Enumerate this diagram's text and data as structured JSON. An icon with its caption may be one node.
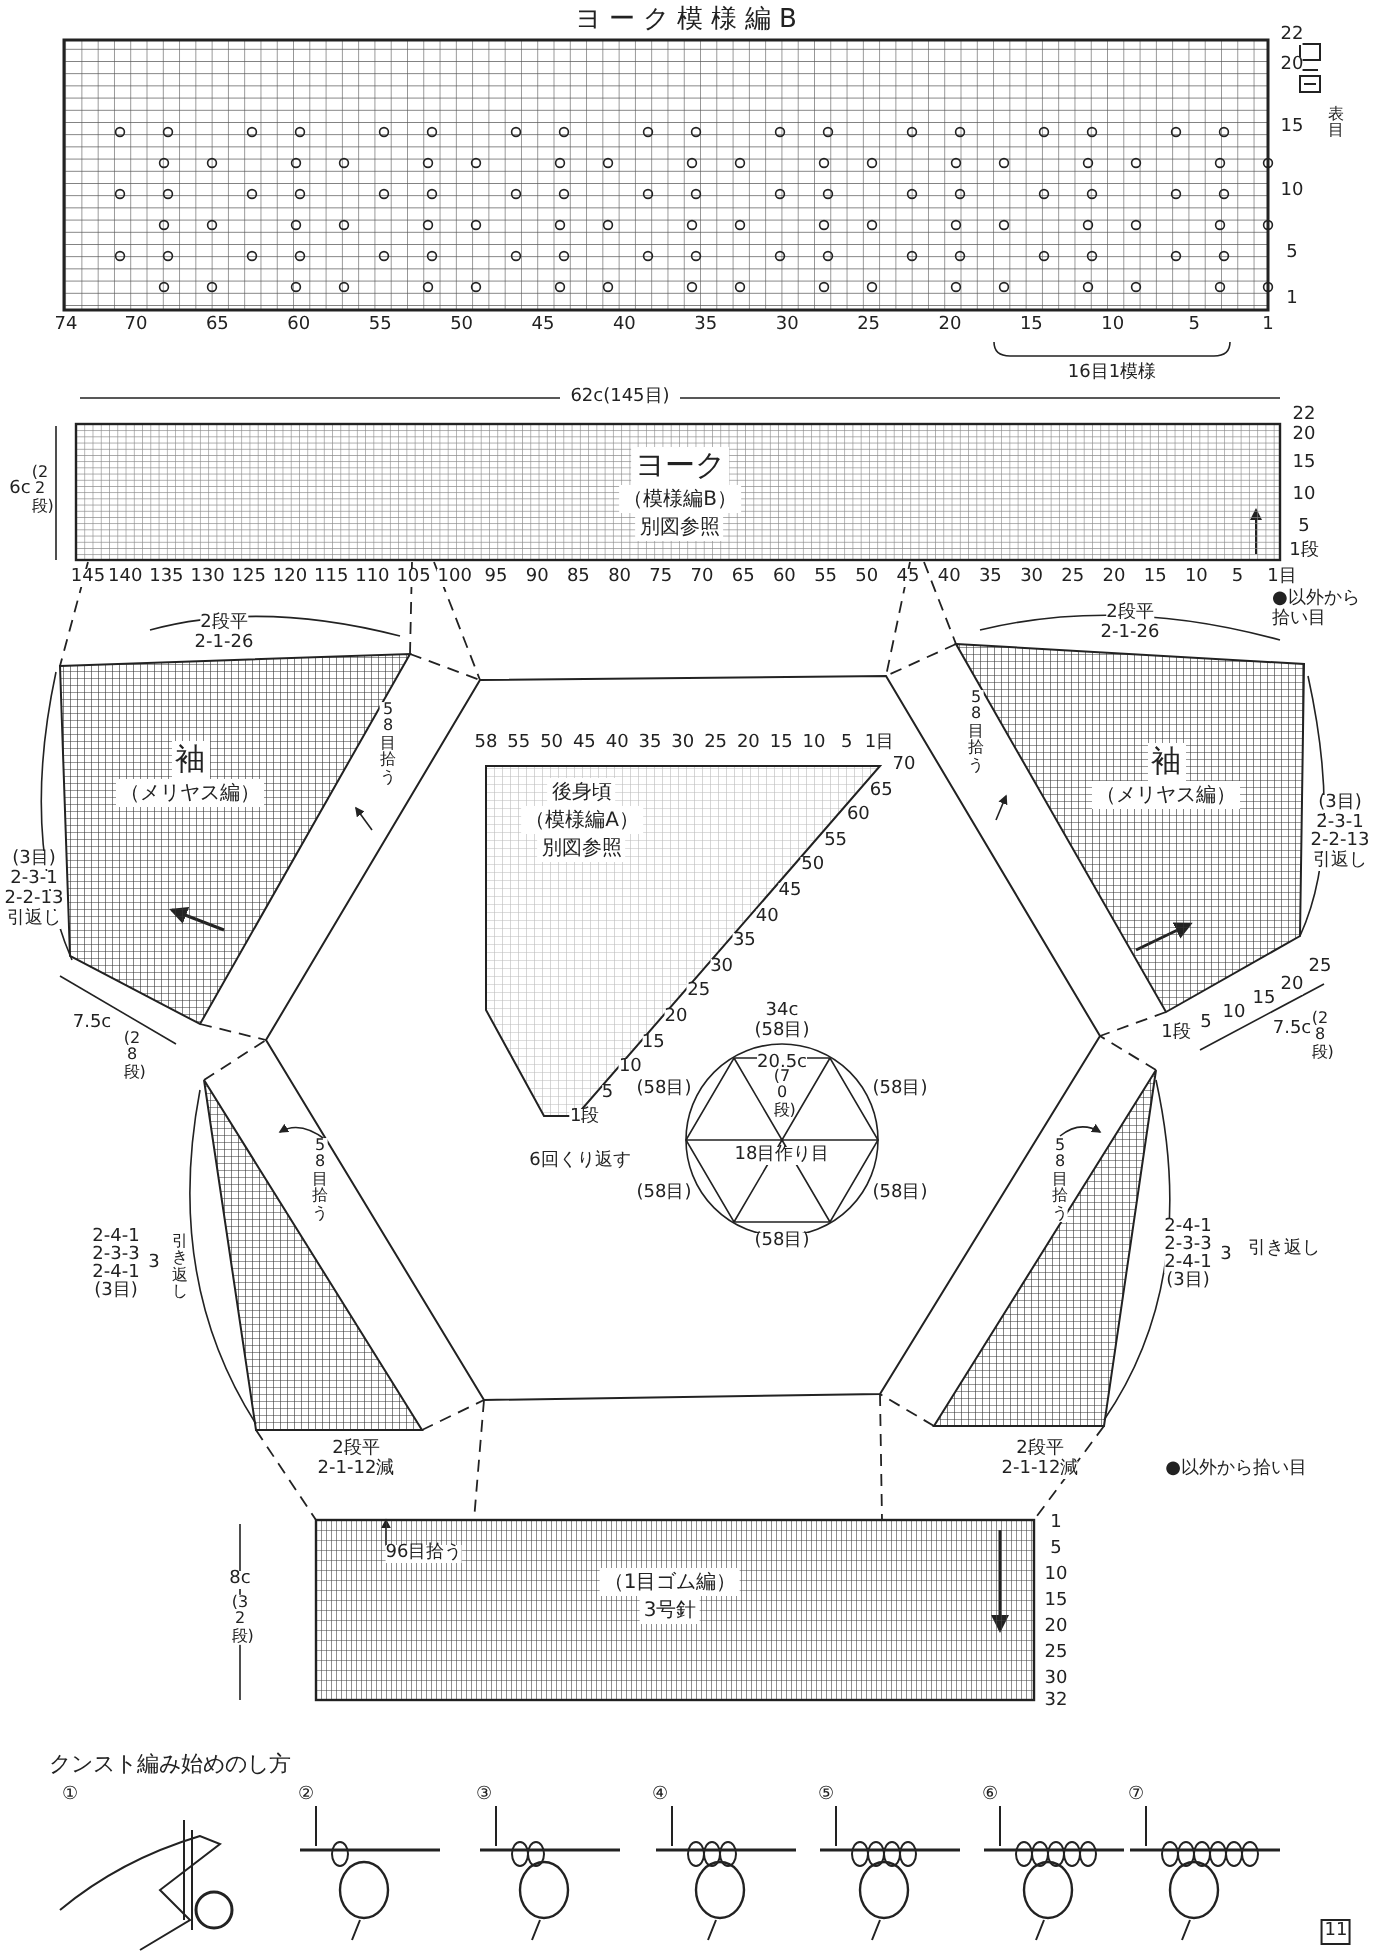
{
  "diagram": {
    "title": "ヨーク模様編B",
    "nodes": [
      {
        "text": [
          "ヨーク",
          "（模様編B）",
          "別図参照"
        ]
      },
      {
        "text": [
          "袖",
          "（メリヤス編）"
        ]
      },
      {
        "text": [],
        "shape": "hexagon"
      },
      {
        "text": [
          "後身頃",
          "（模様編A）",
          "別図参照"
        ],
        "in": 2
      },
      {
        "text": [
          "袖",
          "（メリヤス編）"
        ]
      },
      {
        "text": [],
        "shape": "triangle"
      },
      {
        "text": [],
        "shape": "triangle"
      },
      {
        "text": [
          "（1目ゴム編）",
          "3号針"
        ]
      }
    ],
    "edges": [
      {
        "from": 0,
        "to": 1,
        "arrow": "none",
        "style": "dashed"
      },
      {
        "from": 0,
        "to": 1,
        "arrow": "none",
        "style": "dashed"
      },
      {
        "from": 0,
        "to": 2,
        "arrow": "none",
        "style": "dashed"
      },
      {
        "from": 0,
        "to": 2,
        "arrow": "none",
        "style": "dashed"
      },
      {
        "from": 0,
        "to": 4,
        "arrow": "none",
        "style": "dashed"
      },
      {
        "from": 1,
        "to": 2,
        "arrow": "none",
        "style": "dashed"
      },
      {
        "from": 4,
        "to": 2,
        "arrow": "none",
        "style": "dashed"
      },
      {
        "from": 1,
        "to": 2,
        "arrow": "none",
        "style": "dashed"
      },
      {
        "from": 4,
        "to": 2,
        "arrow": "none",
        "style": "dashed"
      },
      {
        "from": 5,
        "to": 2,
        "arrow": "none",
        "style": "dashed"
      },
      {
        "from": 6,
        "to": 2,
        "arrow": "none",
        "style": "dashed"
      },
      {
        "from": 5,
        "to": 2,
        "arrow": "none",
        "style": "dashed"
      },
      {
        "from": 6,
        "to": 2,
        "arrow": "none",
        "style": "dashed"
      },
      {
        "from": 5,
        "to": 7,
        "arrow": "none",
        "style": "dashed"
      },
      {
        "from": 2,
        "to": 7,
        "arrow": "none",
        "style": "dashed"
      },
      {
        "from": 2,
        "to": 7,
        "arrow": "none",
        "style": "dashed"
      },
      {
        "from": 6,
        "to": 7,
        "arrow": "none",
        "style": "dashed"
      }
    ],
    "labels": [
      "22",
      "20",
      "15",
      "10",
      "5",
      "1",
      "74",
      "70",
      "65",
      "60",
      "55",
      "50",
      "45",
      "40",
      "35",
      "30",
      "25",
      "20",
      "15",
      "10",
      "5",
      "1",
      "16目1模様",
      "62c(145目)",
      "6c",
      "(22段)",
      "22",
      "20",
      "15",
      "10",
      "5",
      "1段",
      "145",
      "140",
      "135",
      "130",
      "125",
      "120",
      "115",
      "110",
      "105",
      "100",
      "95",
      "90",
      "85",
      "80",
      "75",
      "70",
      "65",
      "60",
      "55",
      "50",
      "45",
      "40",
      "35",
      "30",
      "25",
      "20",
      "15",
      "10",
      "5",
      "1目",
      "●以外から拾い目",
      "2段平",
      "2-1-26",
      "58目拾う",
      "(3目)",
      "2-3-1",
      "2-2-13",
      "引返し",
      "7.5c",
      "(28段)",
      "58",
      "55",
      "50",
      "45",
      "40",
      "35",
      "30",
      "25",
      "20",
      "15",
      "10",
      "5",
      "1目",
      "70",
      "65",
      "60",
      "55",
      "50",
      "45",
      "40",
      "35",
      "30",
      "25",
      "20",
      "15",
      "10",
      "5",
      "1段",
      "6回くり返す",
      "2段平",
      "2-1-26",
      "58目拾う",
      "(3目)",
      "2-3-1",
      "2-2-13",
      "引返し",
      "1段",
      "5",
      "10",
      "15",
      "20",
      "25",
      "7.5c",
      "(28段)",
      "34c",
      "(58目)",
      "20.5c",
      "(70段)",
      "(58目)",
      "(58目)",
      "18目作り目",
      "(58目)",
      "(58目)",
      "(58目)",
      "58目拾う",
      "2-4-1",
      "2-3-3",
      "2-4-1",
      "(3目)",
      "3",
      "引き返し",
      "2段平",
      "2-1-12減",
      "58目拾う",
      "2-4-1",
      "2-3-3",
      "2-4-1",
      "(3目)",
      "3",
      "引き返し",
      "2段平",
      "2-1-12減",
      "●以外から拾い目",
      "8c",
      "(32段)",
      "96目拾う",
      "1",
      "5",
      "10",
      "15",
      "20",
      "25",
      "30",
      "32",
      "クンスト編み始めのし方",
      "①",
      "②",
      "③",
      "④",
      "⑤",
      "⑥",
      "⑦",
      "11"
    ],
    "legend": [
      {
        "text": "表目"
      }
    ]
  }
}
